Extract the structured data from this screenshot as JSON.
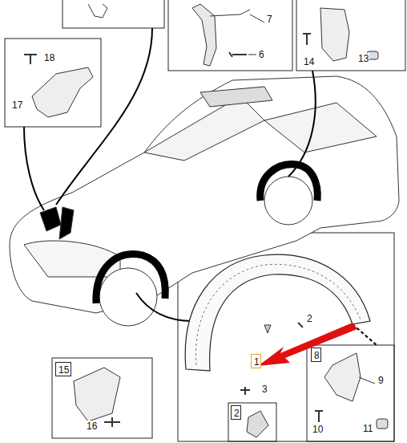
{
  "diagram": {
    "nodes": [
      {
        "text": [
          "1"
        ]
      },
      {
        "text": [
          "8"
        ]
      },
      {
        "text": [
          "15"
        ]
      },
      {
        "text": [
          "2"
        ]
      }
    ],
    "labels": [
      "7",
      "6",
      "18",
      "17",
      "14",
      "13",
      "2",
      "3",
      "9",
      "10",
      "11",
      "16"
    ]
  }
}
